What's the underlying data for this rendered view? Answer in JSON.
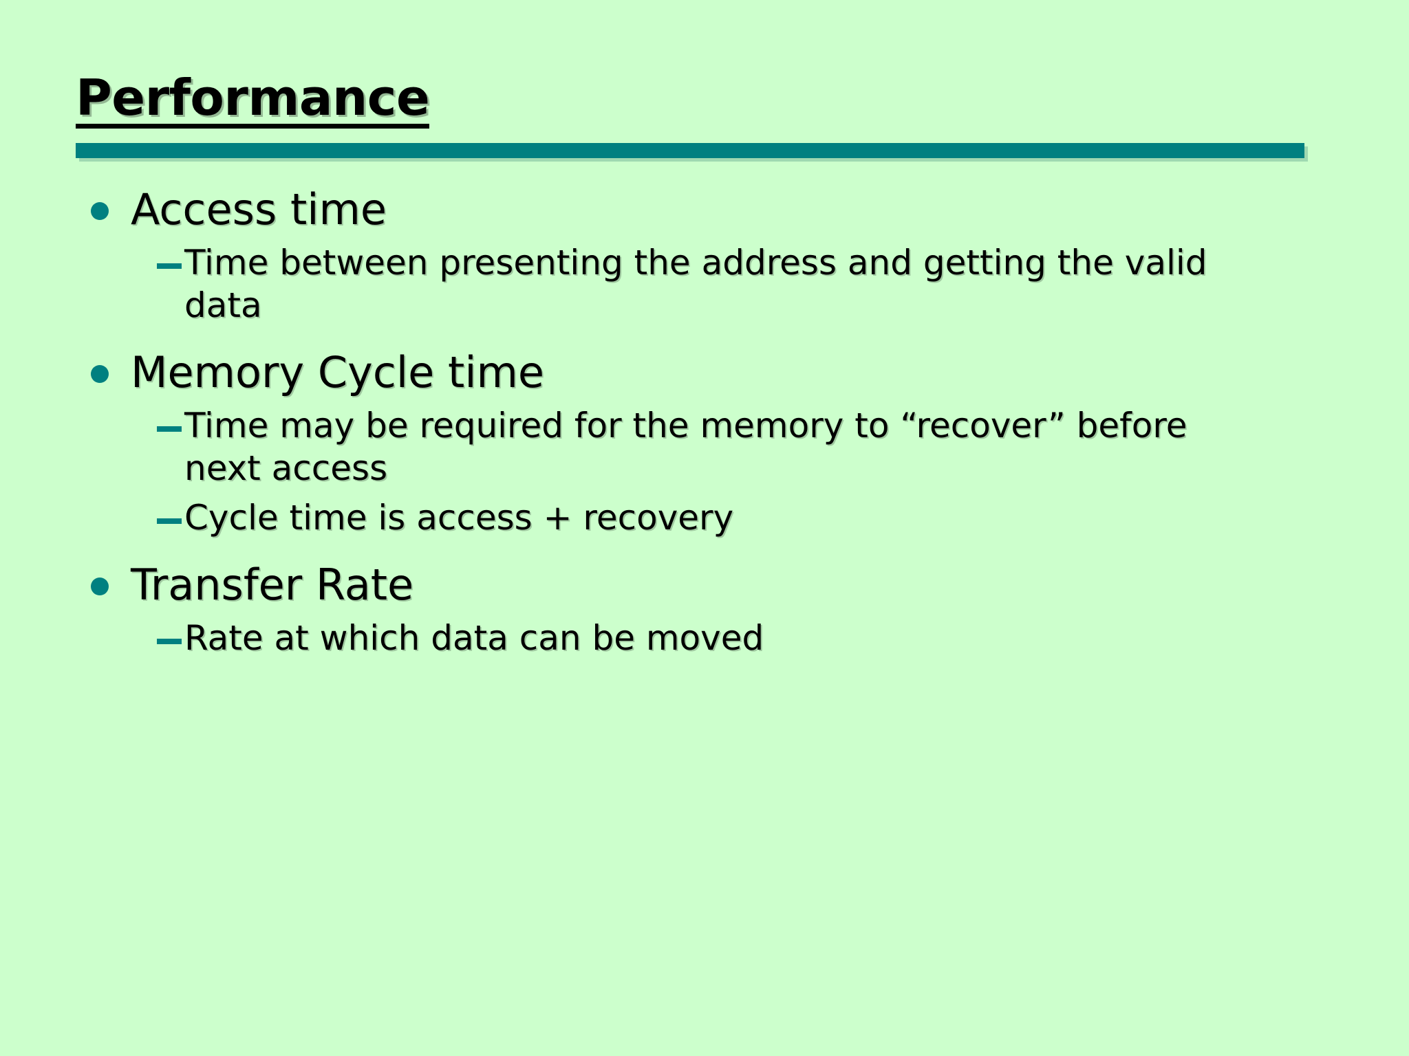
{
  "slide": {
    "title": "Performance",
    "background_color": "#ccffcc",
    "accent_color": "#008080",
    "text_color": "#000000",
    "bullets": [
      {
        "label": "Access time",
        "bullet_icon": "round-bullet-icon",
        "sub_items": [
          {
            "text": "Time between presenting the address and getting the valid data",
            "marker": "em-dash-icon"
          }
        ]
      },
      {
        "label": "Memory Cycle time",
        "bullet_icon": "round-bullet-icon",
        "sub_items": [
          {
            "text": "Time may be required for the memory to “recover” before next access",
            "marker": "em-dash-icon"
          },
          {
            "text": "Cycle time is access + recovery",
            "marker": "em-dash-icon"
          }
        ]
      },
      {
        "label": "Transfer Rate",
        "bullet_icon": "round-bullet-icon",
        "sub_items": [
          {
            "text": "Rate at which data can be moved",
            "marker": "em-dash-icon"
          }
        ]
      }
    ]
  }
}
